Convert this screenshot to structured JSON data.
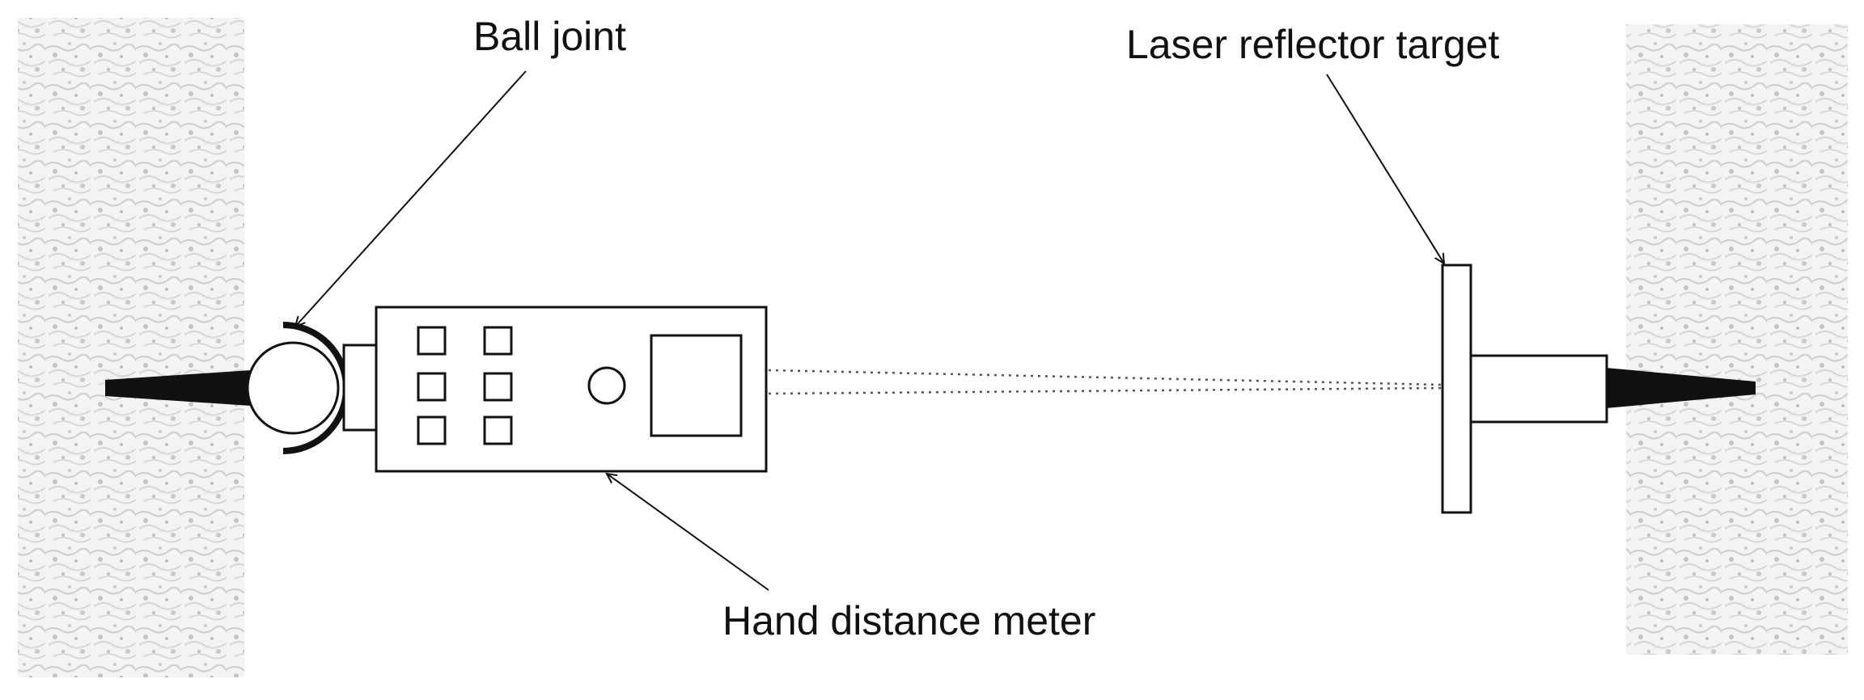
{
  "labels": {
    "ball_joint": "Ball joint",
    "laser_reflector_target": "Laser reflector target",
    "hand_distance_meter": "Hand distance meter"
  },
  "colors": {
    "line": "#111111",
    "wall_base": "#f2f2f2",
    "wall_texture": "#c6c6c6"
  }
}
